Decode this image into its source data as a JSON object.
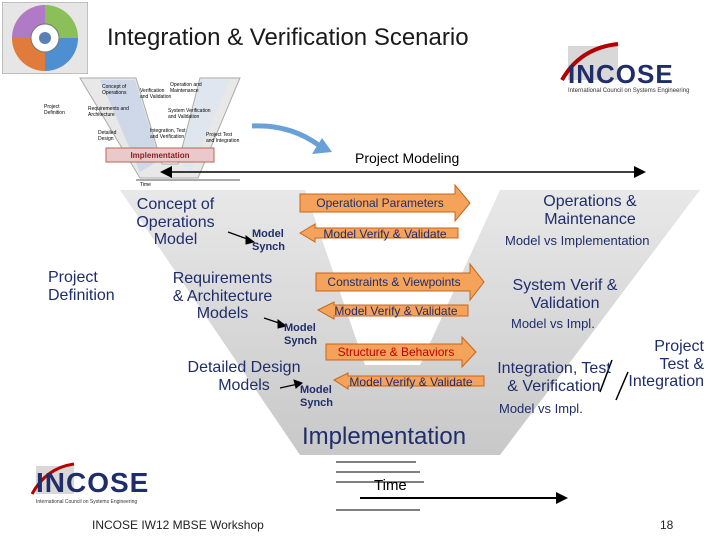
{
  "slide": {
    "title": "Integration & Verification Scenario",
    "footer_left": "INCOSE IW12 MBSE Workshop",
    "page_number": "18"
  },
  "logo_top": {
    "name": "INCOSE",
    "subtitle": "International Council on Systems Engineering"
  },
  "logo_bottom": {
    "name": "INCOSE",
    "subtitle": "International Council on Systems Engineering"
  },
  "thumbnail": {
    "labels": [
      "Concept of Operations",
      "Requirements and Architecture",
      "Detailed Design",
      "Implementation",
      "Integration, Test and Verification",
      "System Verification and Validation",
      "Operation and Maintenance",
      "Verification and Validation",
      "Project Definition",
      "Project Test and Integration",
      "Time"
    ]
  },
  "diagram": {
    "project_modeling": "Project Modeling",
    "project_definition": "Project\nDefinition",
    "concept_ops": "Concept of\nOperations\nModel",
    "requirements": "Requirements\n& Architecture\nModels",
    "detailed_design": "Detailed Design\nModels",
    "model_synch": "Model\nSynch",
    "operational_parameters": "Operational Parameters",
    "model_verify_validate": "Model Verify & Validate",
    "constraints_viewpoints": "Constraints & Viewpoints",
    "structure_behaviors": "Structure & Behaviors",
    "operations_maintenance": "Operations &\nMaintenance",
    "model_vs_implementation": "Model vs Implementation",
    "system_verif": "System Verif &\nValidation",
    "model_vs_impl": "Model vs Impl.",
    "integration_test": "Integration, Test\n& Verification",
    "project_test_integration": "Project\nTest &\nIntegration",
    "implementation": "Implementation",
    "time": "Time"
  },
  "colors": {
    "arrow_fill": "#f5a25a",
    "arrow_stroke": "#c86418",
    "v_gray": "#c8c8c8",
    "navy_text": "#1f2d6b",
    "red_text": "#c00000"
  }
}
